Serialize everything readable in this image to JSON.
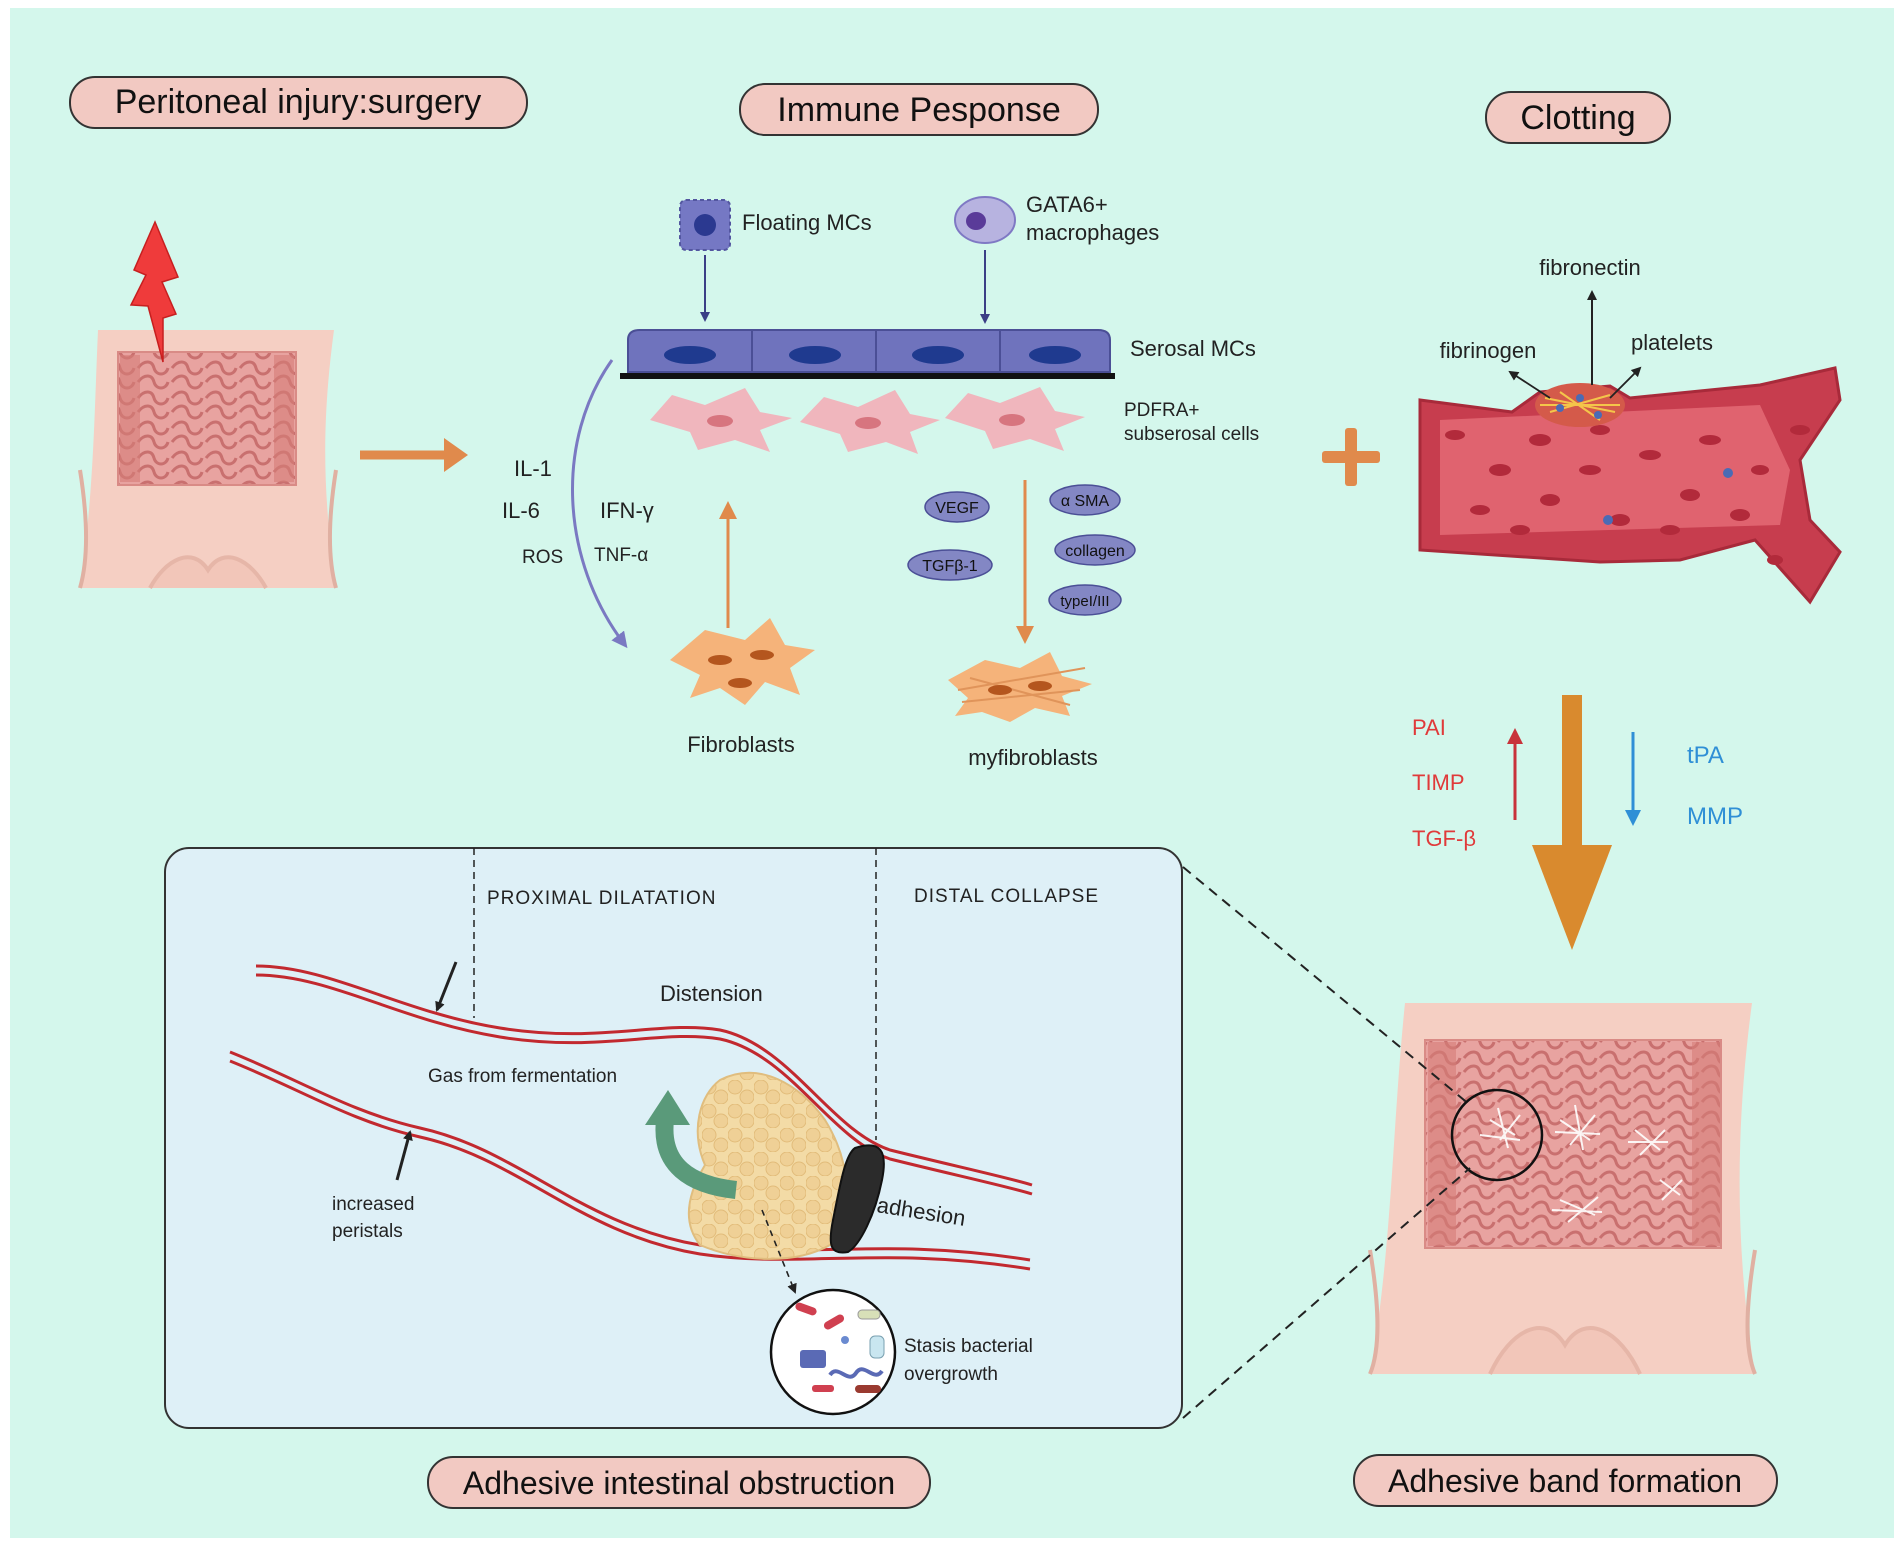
{
  "headers": {
    "peritoneal_injury": "Peritoneal injury:surgery",
    "immune_response": "Immune Pesponse",
    "clotting": "Clotting",
    "obstruction": "Adhesive intestinal obstruction",
    "band_formation": "Adhesive band formation"
  },
  "immune": {
    "floating_mcs": "Floating MCs",
    "gata6_line1": "GATA6+",
    "gata6_line2": "macrophages",
    "serosal_mcs": "Serosal MCs",
    "pdfra_line1": "PDFRA+",
    "pdfra_line2": "subserosal cells",
    "fibroblasts": "Fibroblasts",
    "myofibroblasts": "myfibroblasts",
    "cytokines": [
      "IL-1",
      "IL-6",
      "IFN-γ",
      "ROS",
      "TNF-α"
    ],
    "factors": [
      "VEGF",
      "TGFβ-1",
      "α  SMA",
      "collagen",
      "typeI/III"
    ]
  },
  "clotting": {
    "fibronectin": "fibronectin",
    "fibrinogen": "fibrinogen",
    "platelets": "platelets"
  },
  "regulation": {
    "up": [
      "PAI",
      "TIMP",
      "TGF-β"
    ],
    "down": [
      "tPA",
      "MMP"
    ]
  },
  "obstruction": {
    "proximal": "PROXIMAL DILATATION",
    "distal": "DISTAL COLLAPSE",
    "distension": "Distension",
    "gas": "Gas from fermentation",
    "peristalsis_line1": "increased",
    "peristalsis_line2": "peristals",
    "adhesion": "adhesion",
    "stasis_line1": "Stasis bacterial",
    "stasis_line2": "overgrowth"
  },
  "colors": {
    "background": "#d4f7ec",
    "pill_fill": "#f2c9c2",
    "up_red": "#e03a3a",
    "down_blue": "#2f8fd6",
    "flow_orange": "#d98a2e",
    "panel_fill": "#def0f7"
  }
}
